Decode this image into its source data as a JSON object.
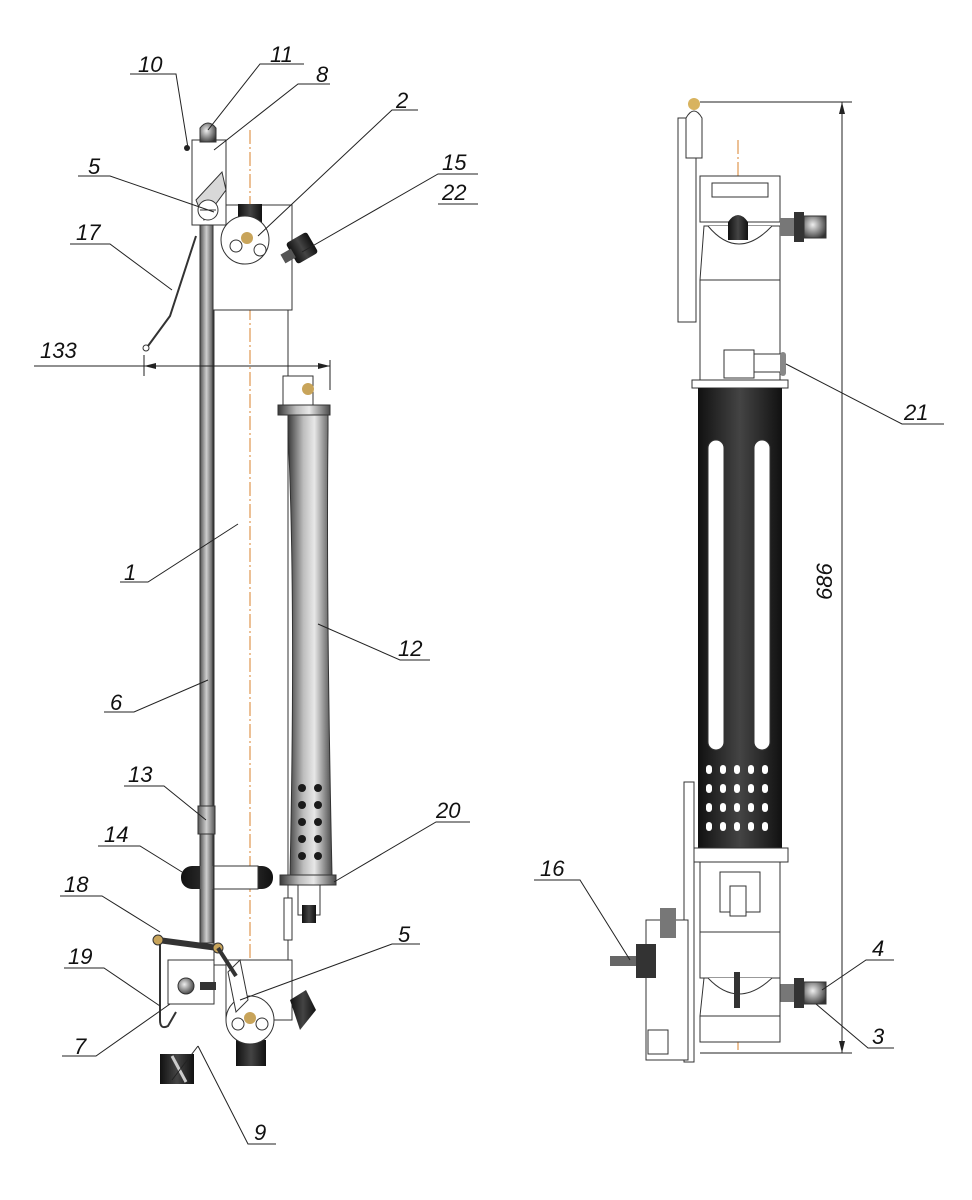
{
  "labels": {
    "l1": "1",
    "l2": "2",
    "l3": "3",
    "l4": "4",
    "l5a": "5",
    "l5b": "5",
    "l6": "6",
    "l7": "7",
    "l8": "8",
    "l9": "9",
    "l10": "10",
    "l11": "11",
    "l12": "12",
    "l13": "13",
    "l14": "14",
    "l15": "15",
    "l16": "16",
    "l17": "17",
    "l18": "18",
    "l19": "19",
    "l20": "20",
    "l21": "21",
    "l22": "22"
  },
  "dimensions": {
    "width": "133",
    "height": "686"
  },
  "colors": {
    "axis": "#d9822b",
    "line": "#222222",
    "dark_tube": "#2a2a2a"
  }
}
